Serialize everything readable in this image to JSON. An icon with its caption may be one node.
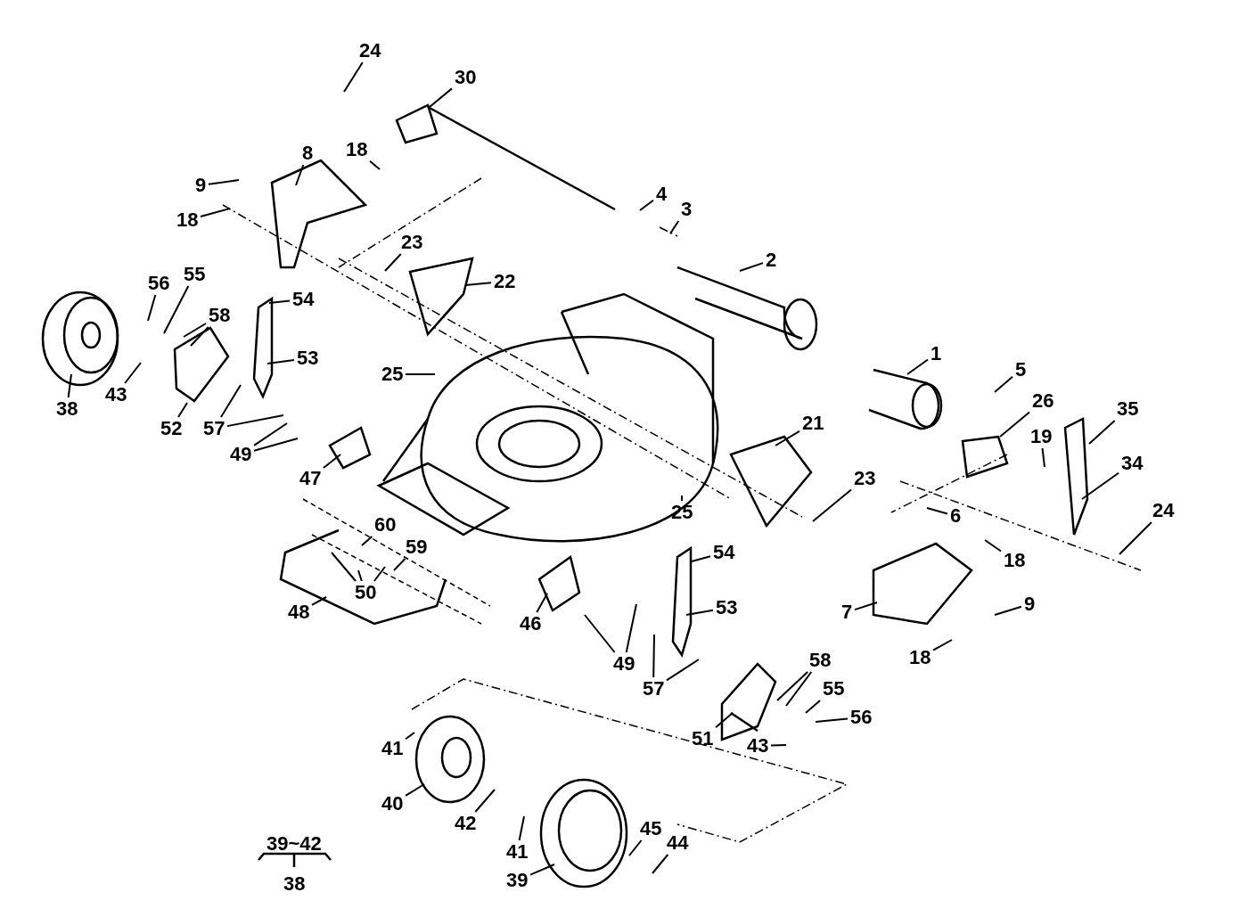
{
  "diagram": {
    "nodes": [
      {
        "text": [
          "24"
        ]
      },
      {
        "text": [
          "30"
        ]
      },
      {
        "text": [
          "8"
        ]
      },
      {
        "text": [
          "18"
        ]
      },
      {
        "text": [
          "9"
        ]
      },
      {
        "text": [
          "18"
        ]
      },
      {
        "text": [
          "4"
        ]
      },
      {
        "text": [
          "3"
        ]
      },
      {
        "text": [
          "2"
        ]
      },
      {
        "text": [
          "23"
        ]
      },
      {
        "text": [
          "22"
        ]
      },
      {
        "text": [
          "54"
        ]
      },
      {
        "text": [
          "56"
        ]
      },
      {
        "text": [
          "55"
        ]
      },
      {
        "text": [
          "58"
        ]
      },
      {
        "text": [
          "53"
        ]
      },
      {
        "text": [
          "25"
        ]
      },
      {
        "text": [
          "1"
        ]
      },
      {
        "text": [
          "43"
        ]
      },
      {
        "text": [
          "38"
        ]
      },
      {
        "text": [
          "52"
        ]
      },
      {
        "text": [
          "57"
        ]
      },
      {
        "text": [
          "5"
        ]
      },
      {
        "text": [
          "26"
        ]
      },
      {
        "text": [
          "35"
        ]
      },
      {
        "text": [
          "21"
        ]
      },
      {
        "text": [
          "19"
        ]
      },
      {
        "text": [
          "34"
        ]
      },
      {
        "text": [
          "49"
        ]
      },
      {
        "text": [
          "47"
        ]
      },
      {
        "text": [
          "23"
        ]
      },
      {
        "text": [
          "25"
        ]
      },
      {
        "text": [
          "6"
        ]
      },
      {
        "text": [
          "24"
        ]
      },
      {
        "text": [
          "60"
        ]
      },
      {
        "text": [
          "59"
        ]
      },
      {
        "text": [
          "54"
        ]
      },
      {
        "text": [
          "18"
        ]
      },
      {
        "text": [
          "50"
        ]
      },
      {
        "text": [
          "48"
        ]
      },
      {
        "text": [
          "53"
        ]
      },
      {
        "text": [
          "7"
        ]
      },
      {
        "text": [
          "9"
        ]
      },
      {
        "text": [
          "46"
        ]
      },
      {
        "text": [
          "49"
        ]
      },
      {
        "text": [
          "57"
        ]
      },
      {
        "text": [
          "18"
        ]
      },
      {
        "text": [
          "58"
        ]
      },
      {
        "text": [
          "55"
        ]
      },
      {
        "text": [
          "56"
        ]
      },
      {
        "text": [
          "51"
        ]
      },
      {
        "text": [
          "43"
        ]
      },
      {
        "text": [
          "41"
        ]
      },
      {
        "text": [
          "40"
        ]
      },
      {
        "text": [
          "42"
        ]
      },
      {
        "text": [
          "41"
        ]
      },
      {
        "text": [
          "45"
        ]
      },
      {
        "text": [
          "44"
        ]
      },
      {
        "text": [
          "39"
        ]
      }
    ],
    "edges": [
      {
        "from": 0,
        "to": null,
        "arrow": "none"
      },
      {
        "from": 1,
        "to": null,
        "arrow": "none"
      },
      {
        "from": 2,
        "to": null,
        "arrow": "none"
      },
      {
        "from": 3,
        "to": null,
        "arrow": "none"
      },
      {
        "from": 4,
        "to": null,
        "arrow": "none"
      },
      {
        "from": 5,
        "to": null,
        "arrow": "none"
      },
      {
        "from": 6,
        "to": null,
        "arrow": "none"
      },
      {
        "from": 7,
        "to": null,
        "arrow": "none"
      },
      {
        "from": 8,
        "to": null,
        "arrow": "none"
      },
      {
        "from": 9,
        "to": null,
        "arrow": "none"
      },
      {
        "from": 10,
        "to": null,
        "arrow": "none"
      },
      {
        "from": 11,
        "to": null,
        "arrow": "none"
      },
      {
        "from": 12,
        "to": null,
        "arrow": "none"
      },
      {
        "from": 13,
        "to": null,
        "arrow": "none"
      },
      {
        "from": 14,
        "to": null,
        "arrow": "none"
      },
      {
        "from": 14,
        "to": null,
        "arrow": "none"
      },
      {
        "from": 15,
        "to": null,
        "arrow": "none"
      },
      {
        "from": 16,
        "to": null,
        "arrow": "none"
      },
      {
        "from": 17,
        "to": null,
        "arrow": "none"
      },
      {
        "from": 18,
        "to": null,
        "arrow": "none"
      },
      {
        "from": 19,
        "to": null,
        "arrow": "none"
      },
      {
        "from": 20,
        "to": null,
        "arrow": "none"
      },
      {
        "from": 21,
        "to": null,
        "arrow": "none"
      },
      {
        "from": 21,
        "to": null,
        "arrow": "none"
      },
      {
        "from": 22,
        "to": null,
        "arrow": "none"
      },
      {
        "from": 23,
        "to": null,
        "arrow": "none"
      },
      {
        "from": 24,
        "to": null,
        "arrow": "none"
      },
      {
        "from": 25,
        "to": null,
        "arrow": "none"
      },
      {
        "from": 26,
        "to": null,
        "arrow": "none"
      },
      {
        "from": 27,
        "to": null,
        "arrow": "none"
      },
      {
        "from": 28,
        "to": null,
        "arrow": "none"
      },
      {
        "from": 28,
        "to": null,
        "arrow": "none"
      },
      {
        "from": 29,
        "to": null,
        "arrow": "none"
      },
      {
        "from": 30,
        "to": null,
        "arrow": "none"
      },
      {
        "from": 31,
        "to": null,
        "arrow": "none"
      },
      {
        "from": 32,
        "to": null,
        "arrow": "none"
      },
      {
        "from": 33,
        "to": null,
        "arrow": "none"
      },
      {
        "from": 34,
        "to": null,
        "arrow": "none"
      },
      {
        "from": 35,
        "to": null,
        "arrow": "none"
      },
      {
        "from": 36,
        "to": null,
        "arrow": "none"
      },
      {
        "from": 37,
        "to": null,
        "arrow": "none"
      },
      {
        "from": 38,
        "to": null,
        "arrow": "none"
      },
      {
        "from": 38,
        "to": null,
        "arrow": "none"
      },
      {
        "from": 38,
        "to": null,
        "arrow": "none"
      },
      {
        "from": 39,
        "to": null,
        "arrow": "none"
      },
      {
        "from": 40,
        "to": null,
        "arrow": "none"
      },
      {
        "from": 41,
        "to": null,
        "arrow": "none"
      },
      {
        "from": 42,
        "to": null,
        "arrow": "none"
      },
      {
        "from": 43,
        "to": null,
        "arrow": "none"
      },
      {
        "from": 44,
        "to": null,
        "arrow": "none"
      },
      {
        "from": 44,
        "to": null,
        "arrow": "none"
      },
      {
        "from": 45,
        "to": null,
        "arrow": "none"
      },
      {
        "from": 45,
        "to": null,
        "arrow": "none"
      },
      {
        "from": 46,
        "to": null,
        "arrow": "none"
      },
      {
        "from": 47,
        "to": null,
        "arrow": "none"
      },
      {
        "from": 47,
        "to": null,
        "arrow": "none"
      },
      {
        "from": 48,
        "to": null,
        "arrow": "none"
      },
      {
        "from": 49,
        "to": null,
        "arrow": "none"
      },
      {
        "from": 50,
        "to": null,
        "arrow": "none"
      },
      {
        "from": 51,
        "to": null,
        "arrow": "none"
      },
      {
        "from": 52,
        "to": null,
        "arrow": "none"
      },
      {
        "from": 53,
        "to": null,
        "arrow": "none"
      },
      {
        "from": 54,
        "to": null,
        "arrow": "none"
      },
      {
        "from": 55,
        "to": null,
        "arrow": "none"
      },
      {
        "from": 56,
        "to": null,
        "arrow": "none"
      },
      {
        "from": 57,
        "to": null,
        "arrow": "none"
      },
      {
        "from": 58,
        "to": null,
        "arrow": "none"
      }
    ],
    "labels": [
      "39~42",
      "38"
    ]
  }
}
